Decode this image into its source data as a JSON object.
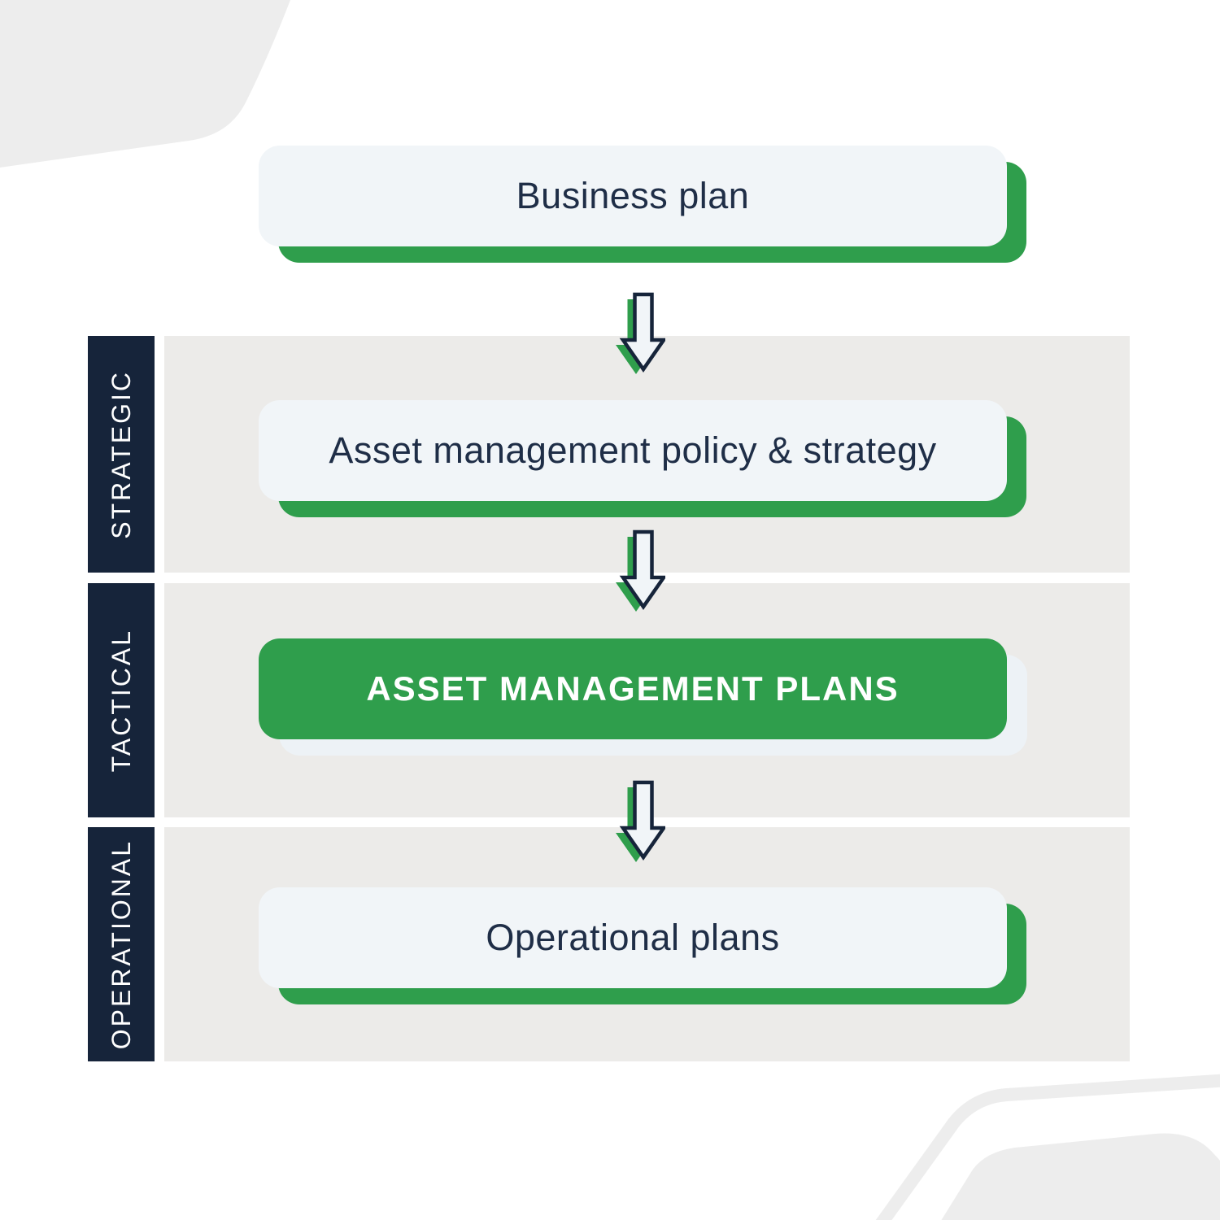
{
  "levels": [
    {
      "label": "STRATEGIC"
    },
    {
      "label": "TACTICAL"
    },
    {
      "label": "OPERATIONAL"
    }
  ],
  "boxes": [
    {
      "id": "business-plan",
      "label": "Business plan",
      "style": "light"
    },
    {
      "id": "asset-management-policy-strategy",
      "label": "Asset management policy & strategy",
      "style": "light"
    },
    {
      "id": "asset-management-plans",
      "label": "ASSET MANAGEMENT PLANS",
      "style": "green"
    },
    {
      "id": "operational-plans",
      "label": "Operational plans",
      "style": "light"
    }
  ],
  "icons": {
    "flow_arrow": "down-arrow-icon"
  },
  "colors": {
    "green": "#2f9e4c",
    "navy": "#16243a",
    "text_navy": "#1f2e47",
    "box_bg": "#f1f5f8",
    "band_gray": "#ecebe9",
    "deco_gray": "#ededed",
    "shadow_light": "#edf2f6",
    "white": "#ffffff"
  }
}
